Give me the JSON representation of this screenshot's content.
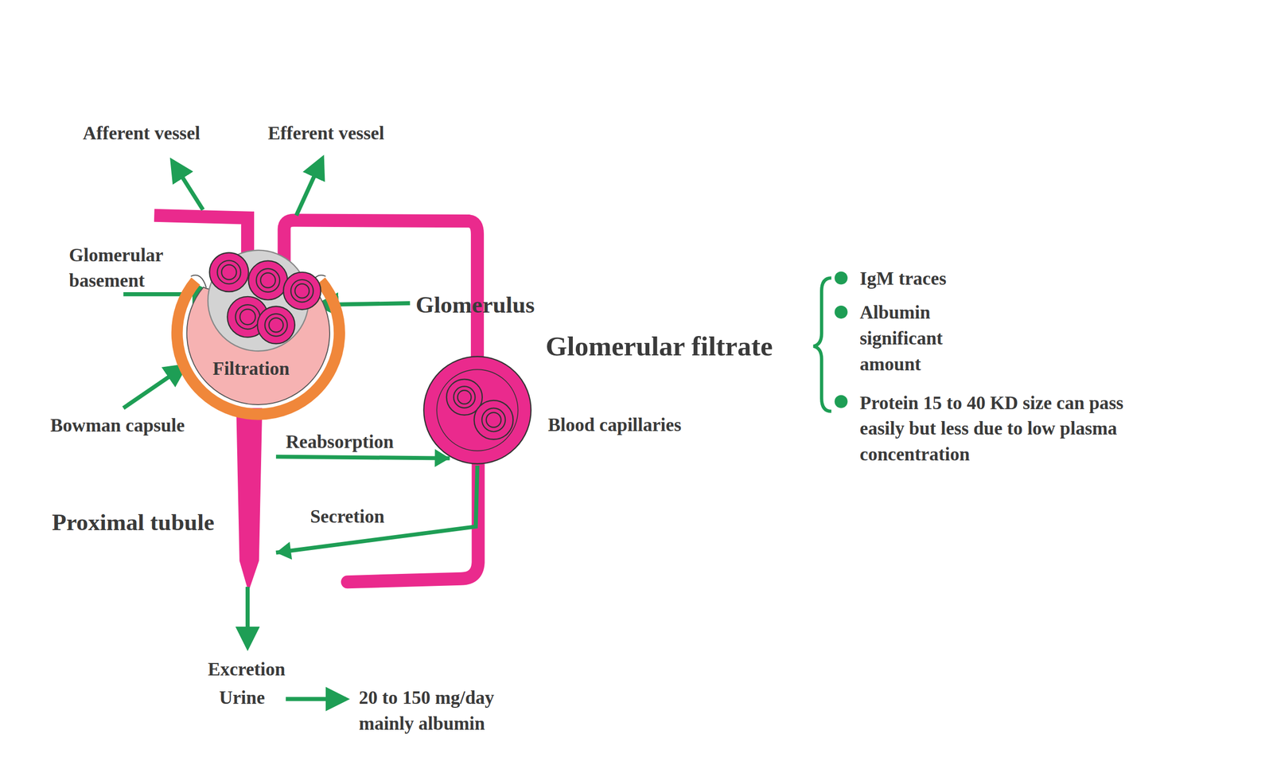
{
  "diagram": {
    "nodes": [
      {
        "text": [
          "Filtration"
        ]
      },
      {
        "text": [
          "Blood capillaries"
        ]
      },
      {
        "text": [
          "Proximal tubule"
        ]
      }
    ],
    "edges": [
      {
        "from": 2,
        "to": 1,
        "arrow": "to",
        "label": "Reabsorption"
      },
      {
        "from": 1,
        "to": 2,
        "arrow": "to",
        "label": "Secretion"
      }
    ],
    "labels": [
      "Afferent vessel",
      "Efferent vessel",
      "Glomerular basement",
      "Glomerulus",
      "Bowman capsule",
      "Excretion",
      "Urine",
      "20 to 150 mg/day mainly albumin",
      "Glomerular filtrate",
      "IgM traces",
      "Albumin significant amount",
      "Protein 15 to 40 KD size can pass easily but less due to low plasma concentration"
    ]
  }
}
